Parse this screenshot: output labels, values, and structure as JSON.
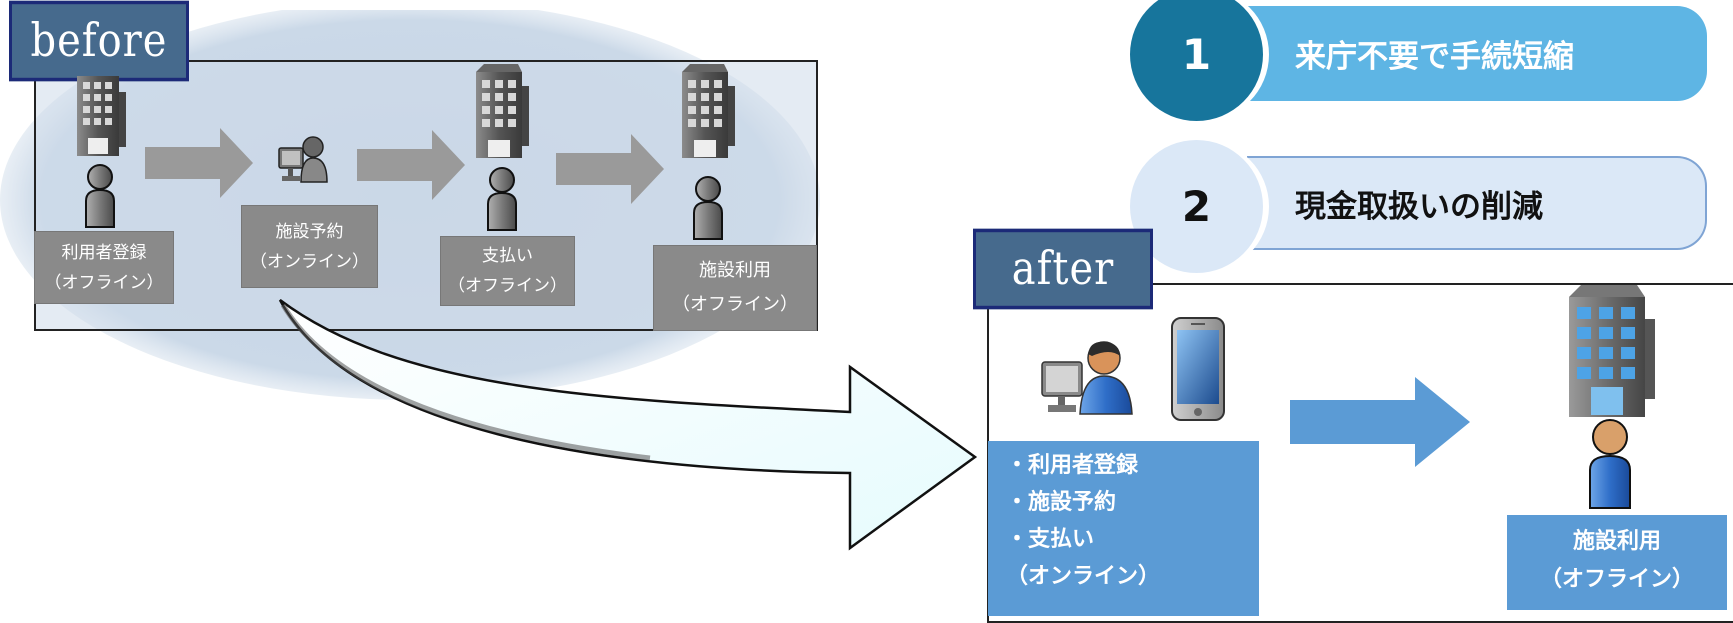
{
  "before": {
    "tag": "before",
    "steps": [
      {
        "line1": "利用者登録",
        "line2": "（オフライン）"
      },
      {
        "line1": "施設予約",
        "line2": "（オンライン）"
      },
      {
        "line1": "支払い",
        "line2": "（オフライン）"
      },
      {
        "line1": "施設利用",
        "line2": "（オフライン）"
      }
    ]
  },
  "benefits": [
    {
      "number": "1",
      "label": "来庁不要で手続短縮"
    },
    {
      "number": "2",
      "label": "現金取扱いの削減"
    }
  ],
  "after": {
    "tag": "after",
    "online_items": [
      "・利用者登録",
      "・施設予約",
      "・支払い",
      "（オンライン）"
    ],
    "facility": {
      "line1": "施設利用",
      "line2": "（オフライン）"
    }
  },
  "colors": {
    "tag_fill": "#466a8d",
    "gray_box": "#8a8a8a",
    "blue_box": "#5b9bd5",
    "badge_dark": "#17759c",
    "pill_light_blue": "#5eb5e4",
    "pill_pale": "#dbe8f7"
  }
}
